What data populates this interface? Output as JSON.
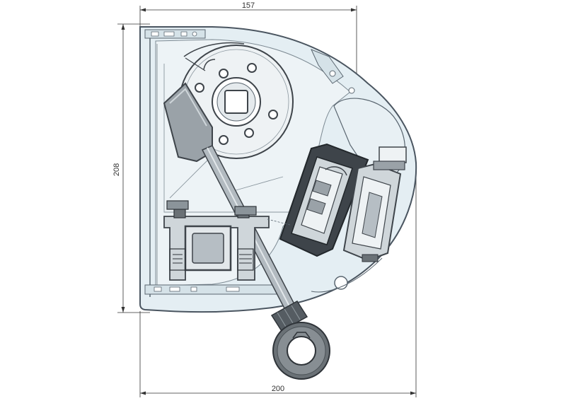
{
  "dimensions": {
    "top_width": "157",
    "bottom_width": "200",
    "left_height": "208"
  },
  "colors": {
    "background": "#ffffff",
    "housing_fill": "#e4eef3",
    "housing_stroke": "#4a5560",
    "inner_panel": "#edf3f6",
    "disc_fill": "#eef2f4",
    "dark_part": "#3e444a",
    "mid_gray": "#9aa2a8",
    "light_gray": "#cfd6da",
    "dim_line": "#333333"
  }
}
